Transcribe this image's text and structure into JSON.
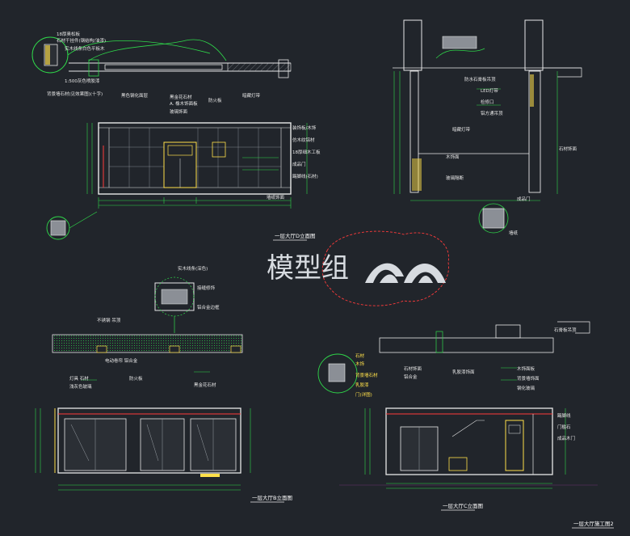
{
  "drawing": {
    "sheet_title": "一层大厅施工图2",
    "watermark_text": "模型组",
    "colors": {
      "background": "#21252b",
      "dimension": "#2fd84a",
      "outline": "#e8e8e8",
      "accent_yellow": "#ffe04a",
      "section_cut": "#ff3b3b",
      "leader_magenta": "#d640d6",
      "watermark": "#d7dbe0"
    },
    "views": {
      "top_left": {
        "title": "一层大厅D立面图",
        "notes": [
          "18厚奥松板",
          "石材干挂件(钢结构/油漆)",
          "实木线条白色平板木",
          "1:500灰色喷胶漆",
          "背景墙石材(见效果图)(十字)",
          "黑色钢化面层",
          "黑金花石材",
          "A. 橡木饰面板",
          "玻璃饰面",
          "防火板",
          "暗藏灯带",
          "装饰板/木饰",
          "仿木纹铝材",
          "18厚细木工板",
          "成品门",
          "踢脚线(石材)",
          "墙纸饰面"
        ]
      },
      "top_right": {
        "title": "一层大厅E立面图",
        "notes": [
          "防水石膏板吊顶",
          "LED灯带",
          "检修口",
          "铝方通吊顶",
          "暗藏灯带",
          "石材饰面",
          "木饰面",
          "玻璃隔断",
          "成品门",
          "墙纸"
        ]
      },
      "bottom_left": {
        "title": "一层大厅B立面图",
        "notes": [
          "实木线条(深色)",
          "接缝修饰",
          "铝合金边框",
          "不锈钢 吊顶",
          "电动卷帘 铝合金",
          "灯具 石材",
          "浅灰色玻璃",
          "防火板",
          "黑金花石材"
        ]
      },
      "bottom_right": {
        "title": "一层大厅C立面图",
        "notes": [
          "石材饰面",
          "铝合金",
          "乳胶漆饰面",
          "木饰面板",
          "背景墙饰面",
          "钢化玻璃",
          "石膏板吊顶",
          "踢脚线",
          "门槛石",
          "成品木门"
        ],
        "legend_labels": [
          "石材",
          "木饰",
          "背景墙石材",
          "乳胶漆",
          "门(详图)"
        ]
      }
    }
  }
}
